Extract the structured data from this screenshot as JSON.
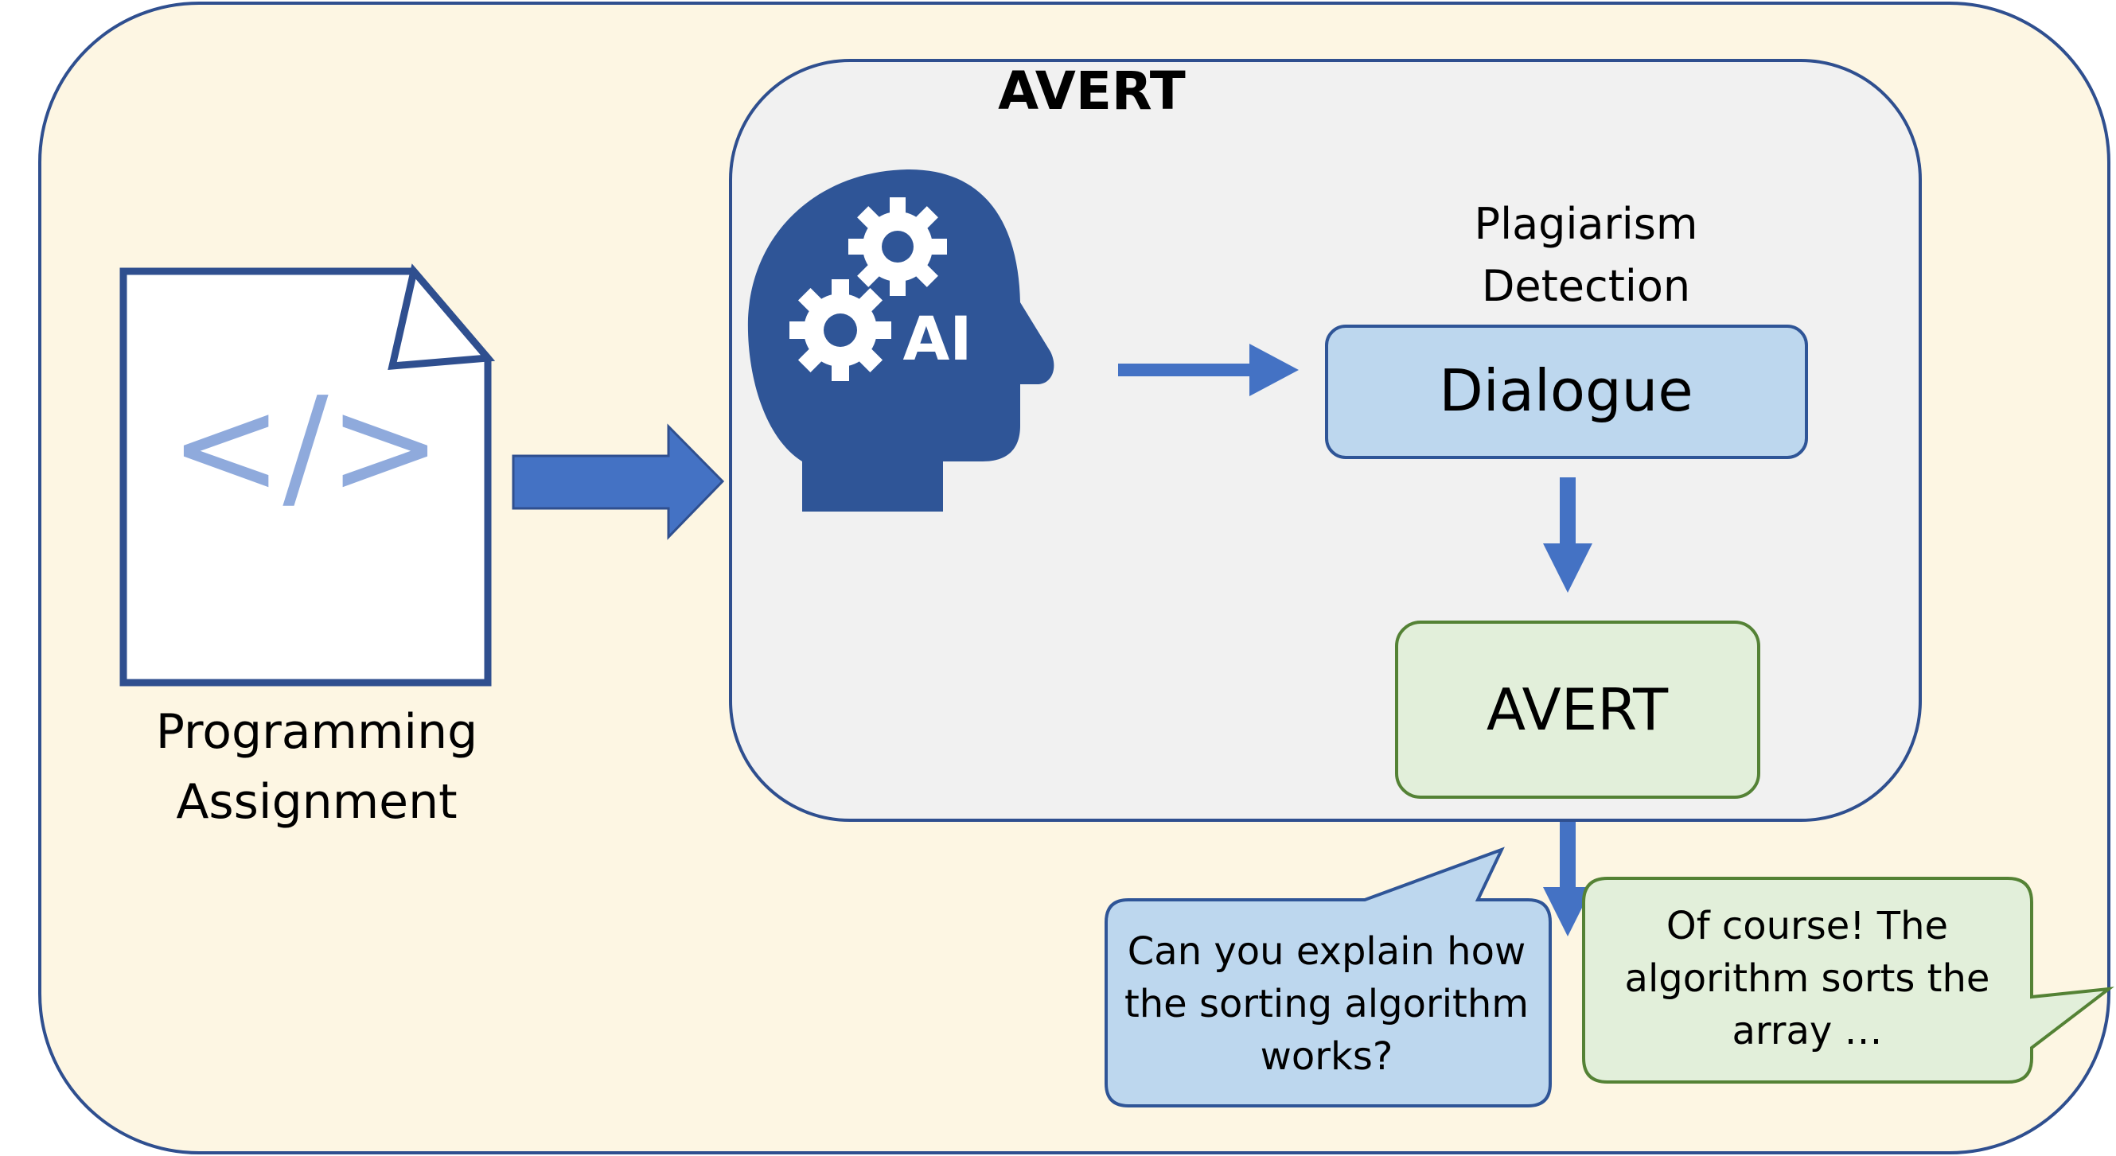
{
  "module_title": "AVERT",
  "document": {
    "label_line1": "Programming",
    "label_line2": "Assignment",
    "code_glyph": "</>",
    "icon": "code-document-icon"
  },
  "ai_head": {
    "label": "AI",
    "icon": "ai-head-gears-icon"
  },
  "detection_caption": {
    "line1": "Plagiarism",
    "line2": "Detection"
  },
  "dialogue_box": {
    "label": "Dialogue"
  },
  "avert_box": {
    "label": "AVERT"
  },
  "question_bubble": {
    "line1": "Can you explain how",
    "line2": "the sorting algorithm",
    "line3": "works?"
  },
  "answer_bubble": {
    "line1": "Of course! The",
    "line2": "algorithm sorts the",
    "line3": "array …"
  },
  "colors": {
    "outer_fill": "#fdf6e3",
    "border_blue": "#2f4f8f",
    "panel_fill": "#f1f1f1",
    "arrow_blue": "#4472c4",
    "head_blue": "#2f5597",
    "code_glyph": "#8faadc",
    "dialogue_fill": "#bdd7ee",
    "avert_fill": "#e2efda",
    "avert_border": "#548235"
  }
}
